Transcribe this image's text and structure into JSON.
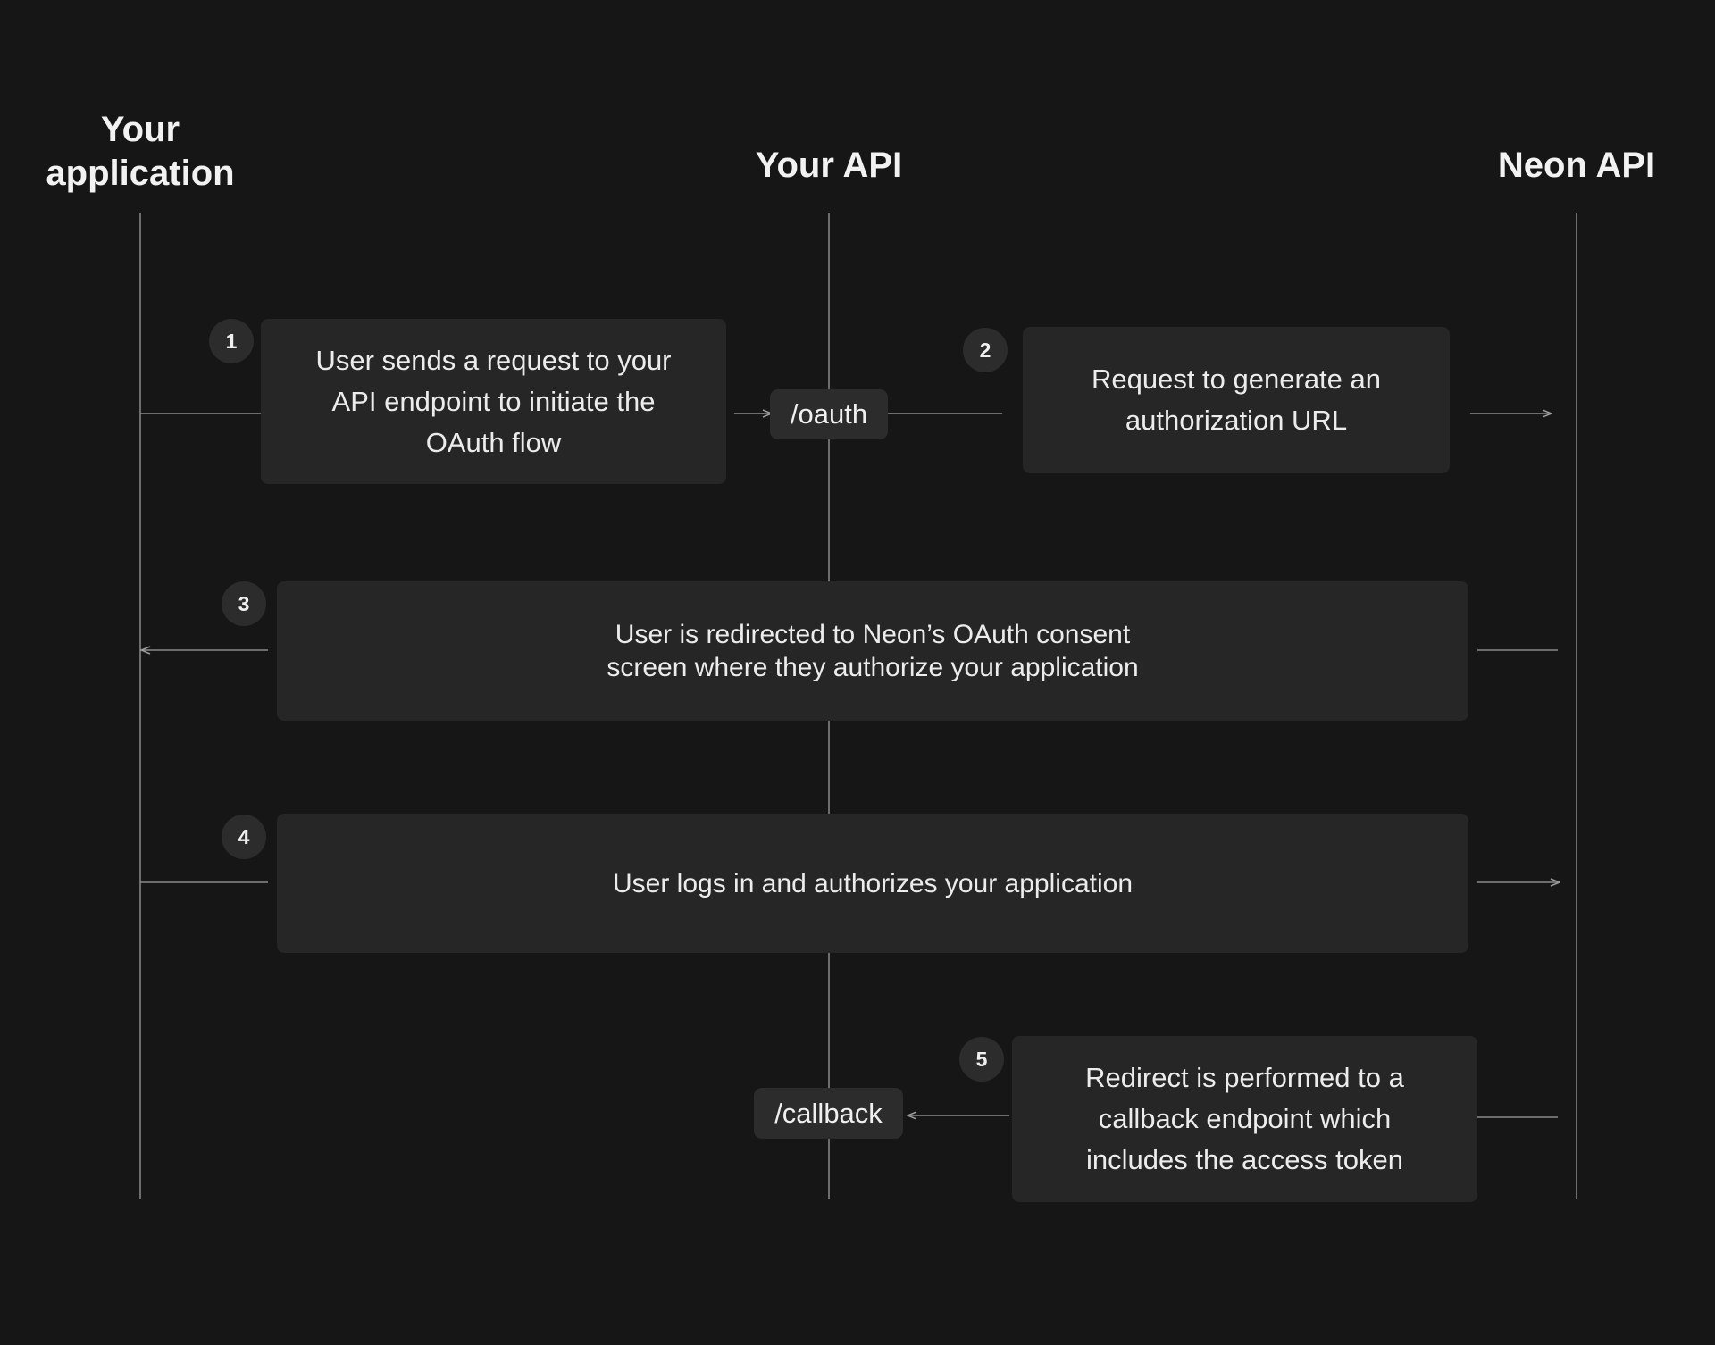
{
  "lanes": {
    "app": "Your\napplication",
    "api": "Your API",
    "neon": "Neon API"
  },
  "steps": [
    {
      "number": "1",
      "text": "User sends a request to your API endpoint to initiate the OAuth flow"
    },
    {
      "number": "2",
      "text": "Request to generate an authorization URL"
    },
    {
      "number": "3",
      "text": "User is redirected to Neon’s OAuth consent screen where they authorize your application"
    },
    {
      "number": "4",
      "text": "User logs in and authorizes your application"
    },
    {
      "number": "5",
      "text": "Redirect is performed to a callback endpoint which includes the access token"
    }
  ],
  "endpoints": {
    "oauth": "/oauth",
    "callback": "/callback"
  },
  "colors": {
    "background": "#161616",
    "card": "#262626",
    "badge": "#2c2c2c",
    "line": "#8a8a8a",
    "text": "#ececec"
  }
}
